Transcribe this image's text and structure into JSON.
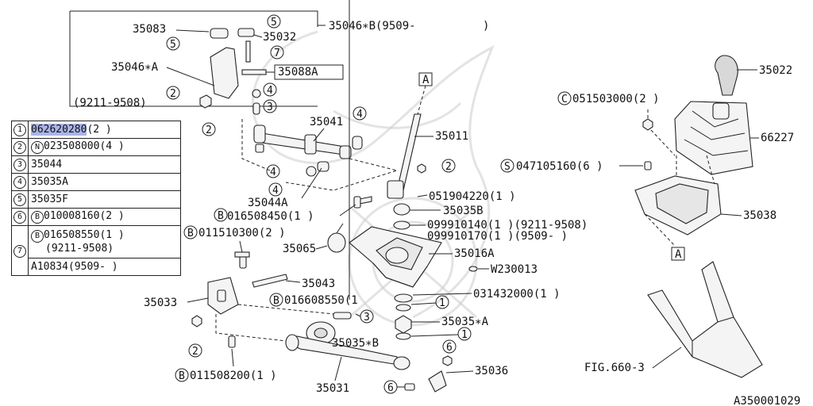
{
  "diagram": {
    "header_part": "35046∗B(9509-",
    "header_close": ")",
    "header_date": "(9211-9508)",
    "callouts": {
      "p35083": "35083",
      "p35032": "35032",
      "p35046a": "35046∗A",
      "p35088a": "35088A",
      "p35041": "35041",
      "p35011": "35011",
      "p35044a": "35044A",
      "p051904220": "051904220(1  )",
      "p35035b": "35035B",
      "p016508450": "016508450(1   )",
      "p099910140": "099910140(1 )(9211-9508)",
      "p099910170": "099910170(1 )(9509-      )",
      "p011510300": "011510300(2  )",
      "p35065": "35065",
      "p35016a": "35016A",
      "pw230013": "W230013",
      "p35043": "35043",
      "p35033": "35033",
      "p016608550": "016608550(1",
      "p031432000": "031432000(1  )",
      "p35035a": "35035∗A",
      "p35035b2": "35035∗B",
      "p011508200": "011508200(1  )",
      "p35031": "35031",
      "p35036": "35036",
      "p35022": "35022",
      "p051503000": "051503000(2  )",
      "p66227": "66227",
      "p047105160": "047105160(6  )",
      "p35038": "35038",
      "pfig": "FIG.660-3",
      "drawing_id": "A350001029",
      "ref_a": "A"
    },
    "prefix_b": "B",
    "prefix_c": "C",
    "prefix_s": "S",
    "prefix_n": "N",
    "circled": [
      "1",
      "2",
      "3",
      "4",
      "5",
      "6",
      "7"
    ]
  },
  "legend": {
    "rows": [
      {
        "num": "1",
        "cells": [
          {
            "text": "062620280",
            "hl": true
          },
          {
            "text": "(2  )"
          }
        ]
      },
      {
        "num": "2",
        "cells": [
          {
            "prefix": "N",
            "text": "023508000(4  )"
          }
        ]
      },
      {
        "num": "3",
        "cells": [
          {
            "text": "35044"
          }
        ]
      },
      {
        "num": "4",
        "cells": [
          {
            "text": "35035A"
          }
        ]
      },
      {
        "num": "5",
        "cells": [
          {
            "text": "35035F"
          }
        ]
      },
      {
        "num": "6",
        "cells": [
          {
            "prefix": "B",
            "text": "010008160(2  )"
          }
        ]
      },
      {
        "num": "7",
        "cells": [
          {
            "prefix": "B",
            "text": "016508550(1  )"
          }
        ],
        "line2": "(9211-9508)"
      },
      {
        "num": "",
        "cells": [
          {
            "text": "A10834(9509-      )"
          }
        ]
      }
    ]
  },
  "colors": {
    "highlight": "#a9b4e6",
    "ink": "#222222",
    "watermark": "#cccccc"
  }
}
